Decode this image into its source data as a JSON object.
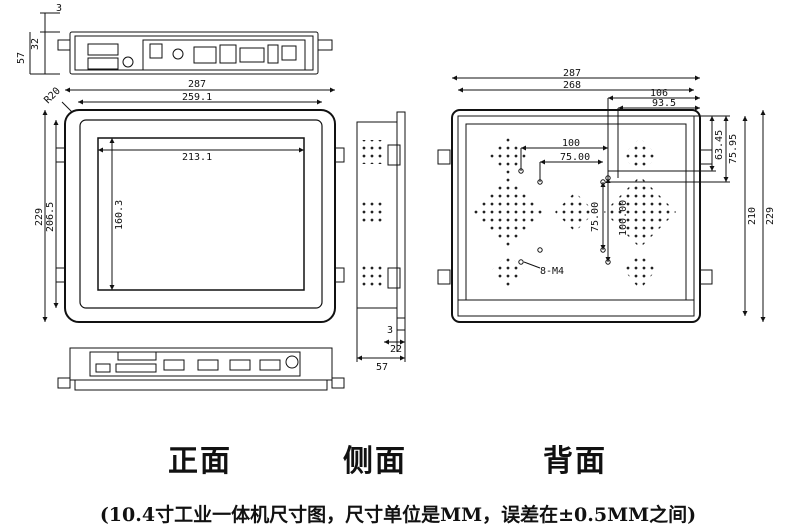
{
  "views": {
    "front_label": "正面",
    "side_label": "侧面",
    "back_label": "背面"
  },
  "caption": "(10.4寸工业一体机尺寸图，尺寸单位是MM，误差在±0.5MM之间)",
  "dimensions": {
    "top_3": "3",
    "top_32": "32",
    "top_57": "57",
    "front_287": "287",
    "front_259_1": "259.1",
    "front_r20": "R20",
    "front_213_1": "213.1",
    "front_160_3": "160.3",
    "front_229": "229",
    "front_206_5": "206.5",
    "side_3": "3",
    "side_22": "22",
    "side_57": "57",
    "back_287": "287",
    "back_268": "268",
    "back_106": "106",
    "back_93_5": "93.5",
    "back_100": "100",
    "back_75_00": "75.00",
    "back_63_45": "63.45",
    "back_75_95": "75.95",
    "back_75_00_v": "75.00",
    "back_100_00_v": "100.00",
    "back_210": "210",
    "back_229": "229",
    "back_screw": "8-M4"
  }
}
